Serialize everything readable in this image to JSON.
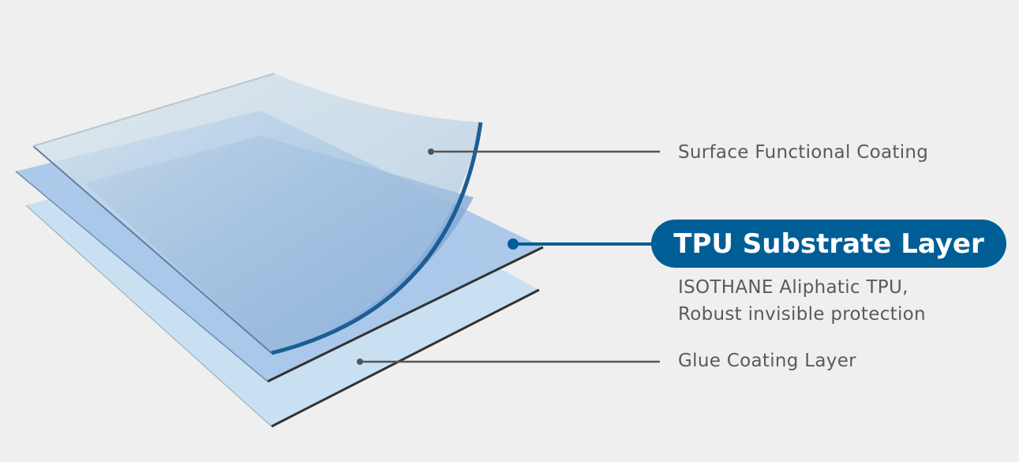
{
  "labels": {
    "surface": "Surface Functional Coating",
    "tpu": "TPU Substrate Layer",
    "tpu_desc_line1": "ISOTHANE Aliphatic TPU,",
    "tpu_desc_line2": "Robust invisible protection",
    "glue": "Glue Coating Layer"
  },
  "colors": {
    "accent": "#005e97",
    "text": "#5a5a5a",
    "background": "#efefef"
  }
}
